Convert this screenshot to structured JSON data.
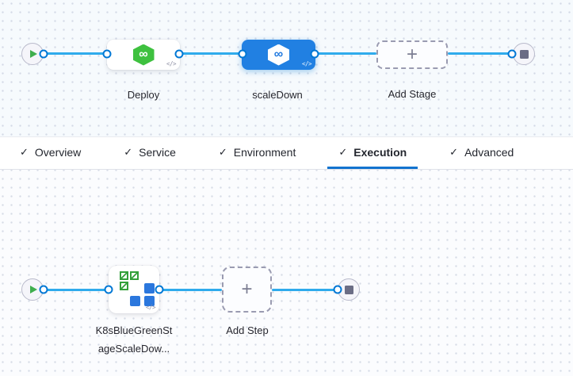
{
  "stage_graph": {
    "deploy_label": "Deploy",
    "scaledown_label": "scaleDown",
    "add_stage_label": "Add Stage",
    "selected_stage": "scaleDown"
  },
  "tabs": {
    "check_icon": "✓",
    "items": [
      {
        "label": "Overview",
        "checked": true,
        "active": false
      },
      {
        "label": "Service",
        "checked": true,
        "active": false
      },
      {
        "label": "Environment",
        "checked": true,
        "active": false
      },
      {
        "label": "Execution",
        "checked": true,
        "active": true
      },
      {
        "label": "Advanced",
        "checked": true,
        "active": false
      }
    ]
  },
  "step_graph": {
    "step_label_line1": "K8sBlueGreenSt",
    "step_label_line2": "ageScaleDow...",
    "add_step_label": "Add Step"
  },
  "icons": {
    "code": "</>",
    "plus": "+",
    "infinity": "∞"
  },
  "colors": {
    "edge_blue": "#2fabec",
    "port_blue": "#0278d5",
    "selected_stage_blue": "#2180e2",
    "deploy_green": "#3ec13f",
    "k8s_green": "#33a03a",
    "k8s_blue": "#2b77dd",
    "tab_underline_blue": "#1273cf",
    "terminal_gray": "#6b6d85"
  }
}
